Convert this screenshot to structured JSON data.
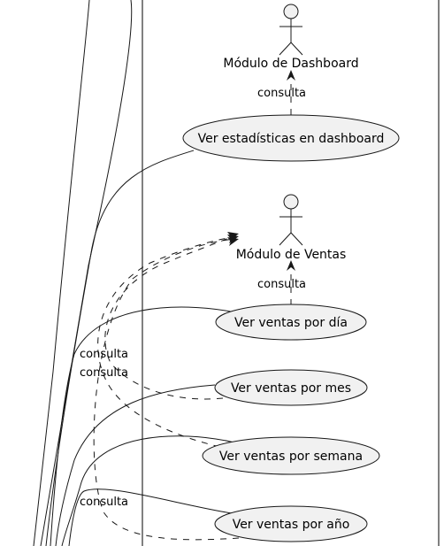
{
  "actors": {
    "dashboard_module": "Módulo de Dashboard",
    "sales_module": "Módulo de Ventas"
  },
  "use_cases": {
    "dashboard_stats": "Ver estadísticas en dashboard",
    "sales_by_day": "Ver ventas por día",
    "sales_by_month": "Ver ventas por mes",
    "sales_by_week": "Ver ventas por semana",
    "sales_by_year": "Ver ventas por año"
  },
  "relations": {
    "dashboard_consulta": "consulta",
    "day_consulta": "consulta",
    "month_consulta": "consulta",
    "week_consulta": "consulta",
    "year_consulta": "consulta"
  }
}
